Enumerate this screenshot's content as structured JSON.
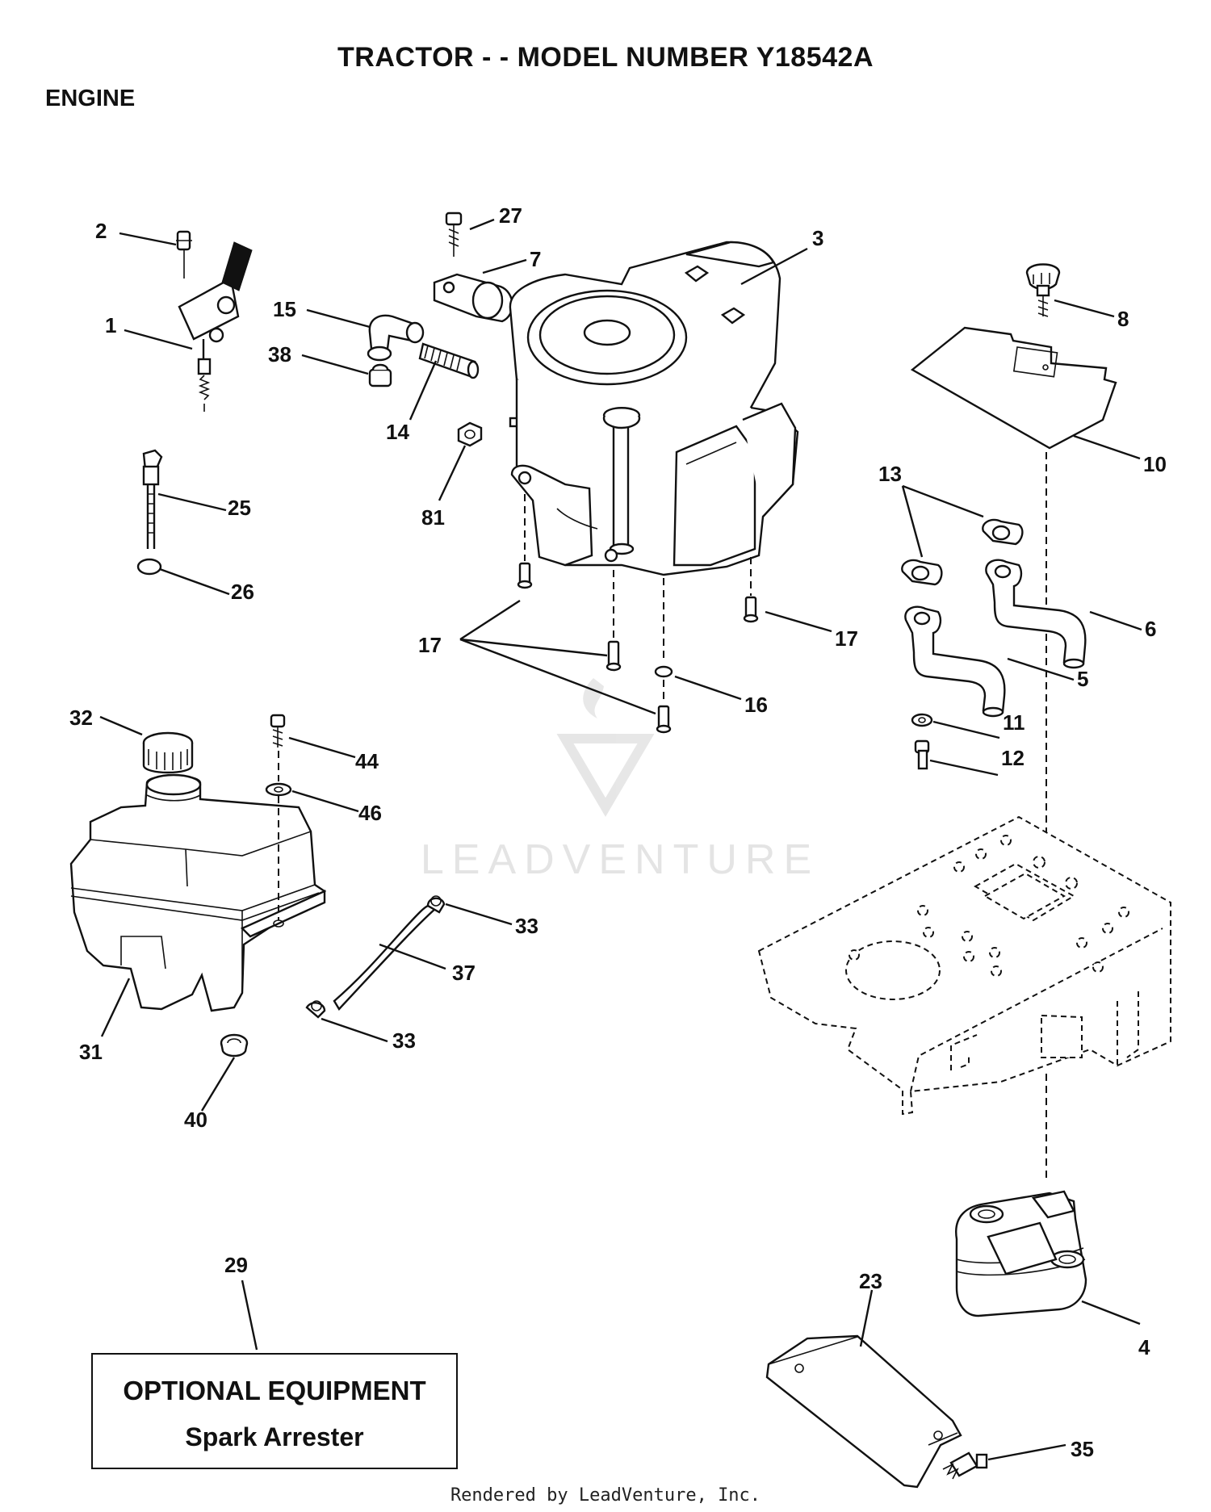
{
  "header": {
    "title": "TRACTOR - - MODEL NUMBER Y18542A",
    "section": "ENGINE"
  },
  "watermark": {
    "text": "LEADVENTURE"
  },
  "callouts": {
    "c1": "1",
    "c2": "2",
    "c3": "3",
    "c4": "4",
    "c5": "5",
    "c6": "6",
    "c7": "7",
    "c8": "8",
    "c10": "10",
    "c11": "11",
    "c12": "12",
    "c13": "13",
    "c14": "14",
    "c15": "15",
    "c16": "16",
    "c17a": "17",
    "c17b": "17",
    "c23": "23",
    "c25": "25",
    "c26": "26",
    "c27": "27",
    "c29": "29",
    "c31": "31",
    "c32": "32",
    "c33a": "33",
    "c33b": "33",
    "c35": "35",
    "c37": "37",
    "c38": "38",
    "c40": "40",
    "c44": "44",
    "c46": "46",
    "c81": "81"
  },
  "optional_box": {
    "line1": "OPTIONAL EQUIPMENT",
    "line2": "Spark Arrester"
  },
  "footer": {
    "text": "Rendered by LeadVenture, Inc."
  },
  "icons": [
    "leadventure-logo-icon"
  ]
}
